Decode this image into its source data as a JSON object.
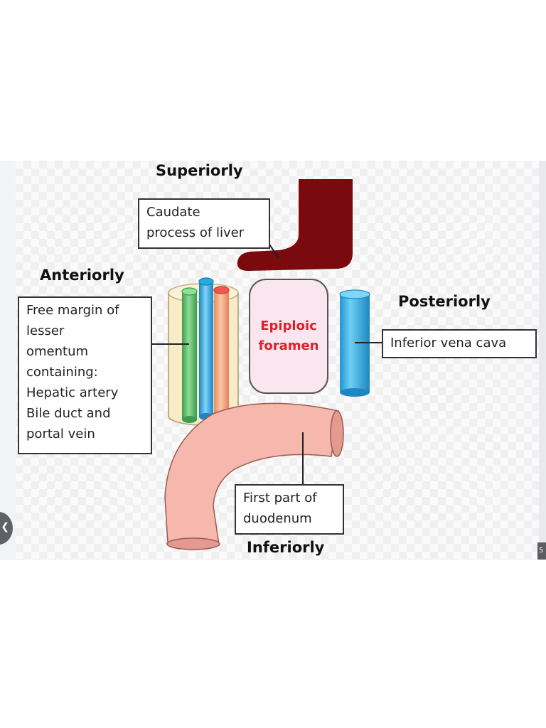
{
  "headings": {
    "superiorly": "Superiorly",
    "anteriorly": "Anteriorly",
    "posteriorly": "Posteriorly",
    "inferiorly": "Inferiorly"
  },
  "labels": {
    "caudate": "Caudate\nprocess of liver",
    "free_margin": "Free margin of\nlesser\nomentum\ncontaining:\nHepatic artery\nBile duct and\nportal vein",
    "ivc": "Inferior vena cava",
    "duodenum": "First part of\nduodenum"
  },
  "center": {
    "foramen": "Epiploic\nforamen"
  },
  "page_badge": "5",
  "colors": {
    "liver": "#7a0a0e",
    "ivc": "#2aa7e0",
    "hepatic_artery": "#ef5a4d",
    "bile_duct": "#5cbf6a",
    "portal_vein": "#2aa7e0",
    "omentum": "#f7ebc8",
    "duodenum": "#f6b7ad",
    "foramen_text": "#e0202a",
    "foramen_fill": "#f9e6ef"
  }
}
